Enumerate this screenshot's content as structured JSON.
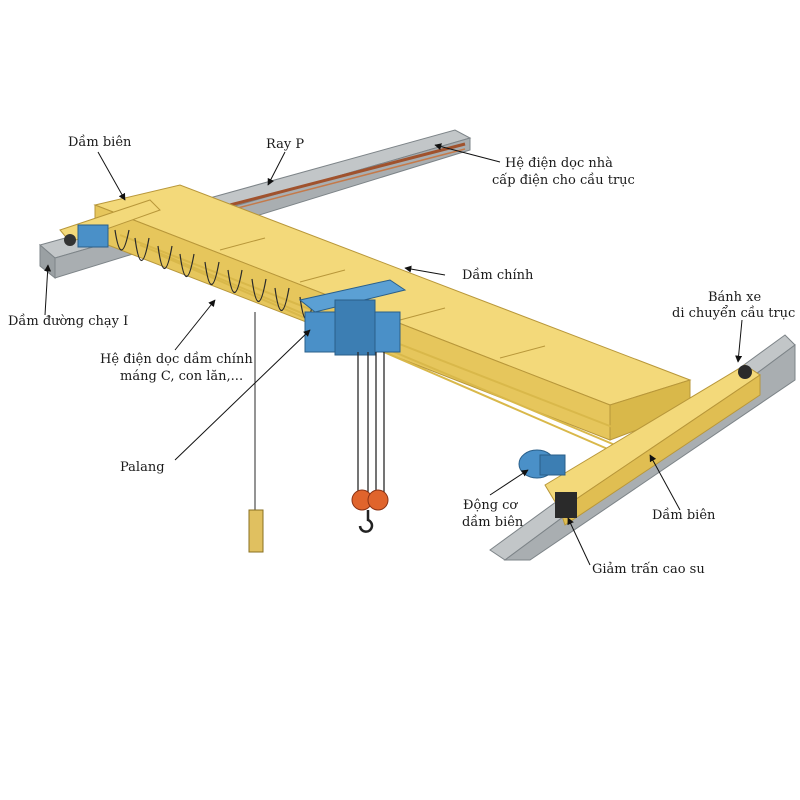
{
  "labels": {
    "dam_bien_top": "Dầm biên",
    "ray_p": "Ray P",
    "he_dien_nha_1": "Hệ điện dọc nhà",
    "he_dien_nha_2": "cấp điện cho cầu trục",
    "dam_chinh": "Dầm chính",
    "banh_xe_1": "Bánh xe",
    "banh_xe_2": "di chuyển cầu trục",
    "dam_duong_chay": "Dầm đường chạy I",
    "he_dien_dam_chinh_1": "Hệ điện dọc dầm chính",
    "he_dien_dam_chinh_2": "máng C, con lăn,...",
    "palang": "Palang",
    "dong_co_1": "Động cơ",
    "dong_co_2": "dầm biên",
    "dam_bien_bottom": "Dầm biên",
    "giam_tran": "Giảm trấn cao su"
  },
  "colors": {
    "beam_yellow": "#f3d97a",
    "beam_yellow_dark": "#d9b84a",
    "rail_gray": "#b8bcbe",
    "rail_dark": "#7d8488",
    "hoist_blue": "#4a90c8",
    "hook_orange": "#e0642c",
    "cable": "#2a2a2a"
  }
}
